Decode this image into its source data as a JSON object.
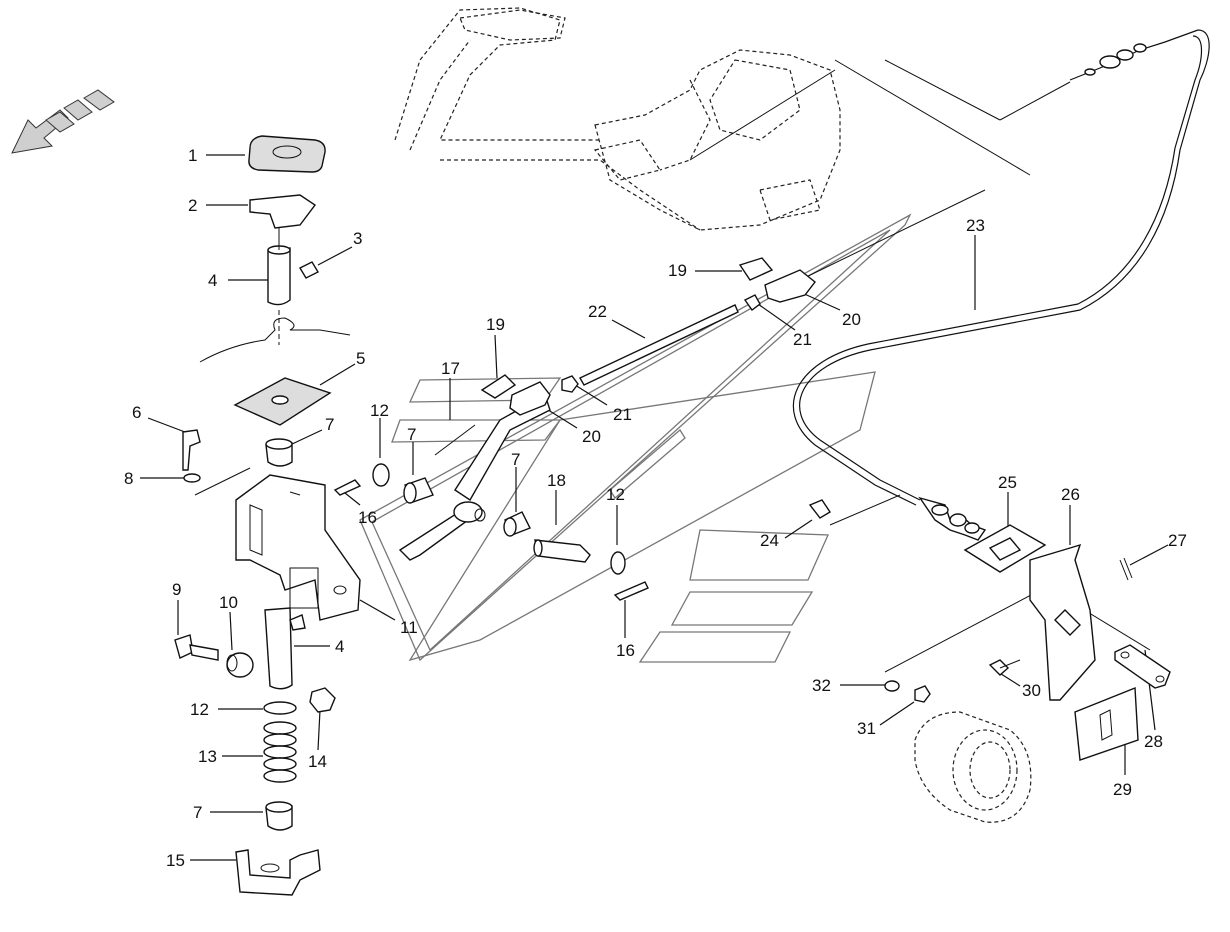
{
  "diagram": {
    "callouts": [
      {
        "id": "c1",
        "text": "1"
      },
      {
        "id": "c2",
        "text": "2"
      },
      {
        "id": "c3",
        "text": "3"
      },
      {
        "id": "c4a",
        "text": "4"
      },
      {
        "id": "c5",
        "text": "5"
      },
      {
        "id": "c6",
        "text": "6"
      },
      {
        "id": "c7a",
        "text": "7"
      },
      {
        "id": "c8",
        "text": "8"
      },
      {
        "id": "c7b",
        "text": "7"
      },
      {
        "id": "c12a",
        "text": "12"
      },
      {
        "id": "c16a",
        "text": "16"
      },
      {
        "id": "c17",
        "text": "17"
      },
      {
        "id": "c7c",
        "text": "7"
      },
      {
        "id": "c18",
        "text": "18"
      },
      {
        "id": "c19a",
        "text": "19"
      },
      {
        "id": "c20a",
        "text": "20"
      },
      {
        "id": "c21a",
        "text": "21"
      },
      {
        "id": "c22",
        "text": "22"
      },
      {
        "id": "c19b",
        "text": "19"
      },
      {
        "id": "c20b",
        "text": "20"
      },
      {
        "id": "c21b",
        "text": "21"
      },
      {
        "id": "c23",
        "text": "23"
      },
      {
        "id": "c11",
        "text": "11"
      },
      {
        "id": "c9",
        "text": "9"
      },
      {
        "id": "c10",
        "text": "10"
      },
      {
        "id": "c4b",
        "text": "4"
      },
      {
        "id": "c12b",
        "text": "12"
      },
      {
        "id": "c14",
        "text": "14"
      },
      {
        "id": "c13",
        "text": "13"
      },
      {
        "id": "c7d",
        "text": "7"
      },
      {
        "id": "c15",
        "text": "15"
      },
      {
        "id": "c12c",
        "text": "12"
      },
      {
        "id": "c16b",
        "text": "16"
      },
      {
        "id": "c24",
        "text": "24"
      },
      {
        "id": "c25",
        "text": "25"
      },
      {
        "id": "c26",
        "text": "26"
      },
      {
        "id": "c27",
        "text": "27"
      },
      {
        "id": "c32",
        "text": "32"
      },
      {
        "id": "c31",
        "text": "31"
      },
      {
        "id": "c30",
        "text": "30"
      },
      {
        "id": "c28",
        "text": "28"
      },
      {
        "id": "c29",
        "text": "29"
      }
    ]
  }
}
